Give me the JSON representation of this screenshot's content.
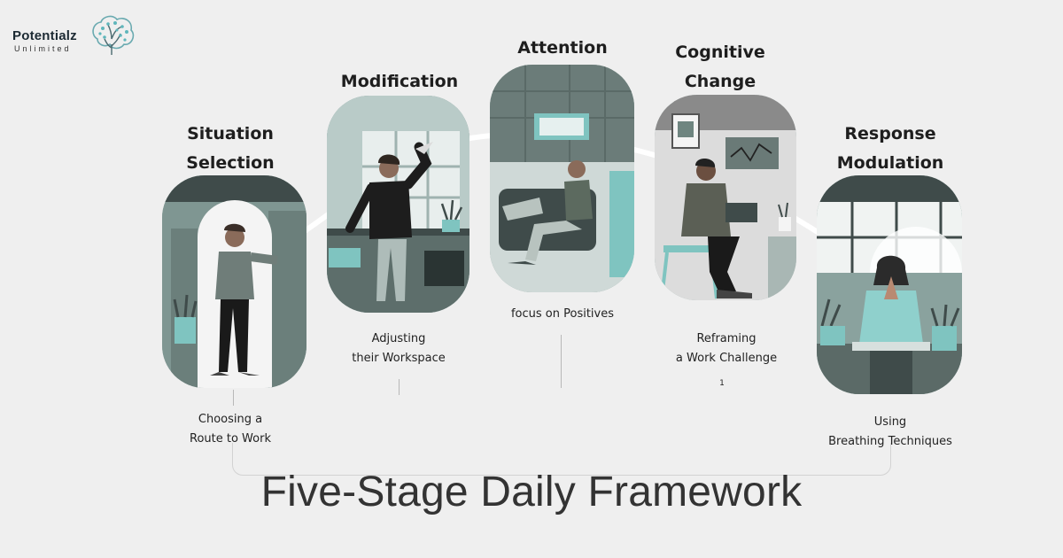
{
  "brand": {
    "name": "Potentialz",
    "subtitle": "Unlimited"
  },
  "title": "Five-Stage Daily Framework",
  "stages": [
    {
      "heading_lines": [
        "Situation",
        "Selection"
      ],
      "caption_lines": [
        "Choosing a",
        "Route to Work"
      ]
    },
    {
      "heading_lines": [
        "Modification"
      ],
      "caption_lines": [
        "Adjusting",
        "their Workspace"
      ]
    },
    {
      "heading_lines": [
        "Attention"
      ],
      "caption_lines": [
        "focus on Positives"
      ]
    },
    {
      "heading_lines": [
        "Cognitive",
        "Change"
      ],
      "caption_lines": [
        "Reframing",
        "a Work Challenge"
      ],
      "footnote": "1"
    },
    {
      "heading_lines": [
        "Response",
        "Modulation"
      ],
      "caption_lines": [
        "Using",
        "Breathing Techniques"
      ]
    }
  ],
  "colors": {
    "teal": "#7fc4c0",
    "slate": "#6f8580",
    "dark": "#2e3a3a",
    "background": "#efefef"
  }
}
